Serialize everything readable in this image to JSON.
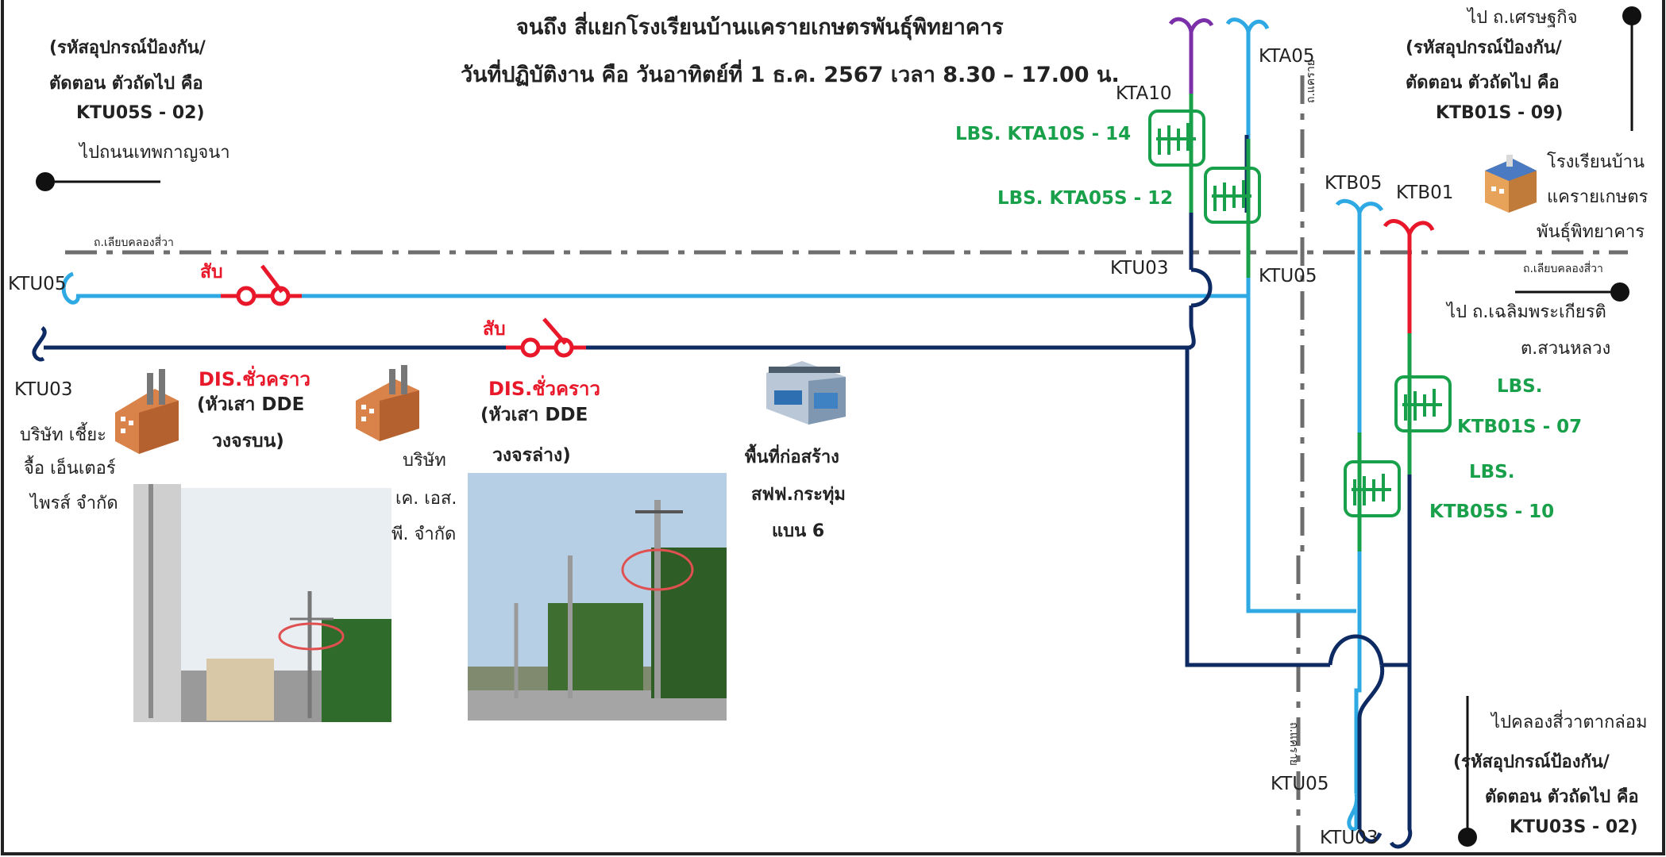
{
  "header": {
    "line1": "จนถึง สี่แยกโรงเรียนบ้านแคราย​เกษตรพันธุ์พิทยาคาร",
    "line2": "วันที่ปฏิบัติงาน คือ วันอาทิตย์ที่ 1 ธ.ค. 2567 เวลา 8.30 – 17.00 น."
  },
  "left_note": {
    "code_l1": "(รหัสอุปกรณ์ป้องกัน/",
    "code_l2": "ตัดตอน ตัวถัดไป คือ",
    "code_l3": "KTU05S - 02)",
    "direction": "ไปถนนเทพกาญจนา"
  },
  "top_right_note": {
    "direction": "ไป ถ.เศรษฐกิจ",
    "code_l1": "(รหัสอุปกรณ์ป้องกัน/",
    "code_l2": "ตัดตอน ตัวถัดไป คือ",
    "code_l3": "KTB01S - 09)"
  },
  "school": {
    "l1": "โรงเรียนบ้าน",
    "l2": "แคราย​เกษตร",
    "l3": "พันธุ์พิทยาคาร"
  },
  "roads": {
    "klong_left": "ถ.เลียบคลองสี่วา",
    "klong_right": "ถ.เลียบคลองสี่วา",
    "khaerai_top": "ถ.แคราย",
    "khaerai_bottom": "ถ.แคราย"
  },
  "right_note": {
    "l1": "ไป ถ.เฉลิมพระเกียรติ",
    "l2": "ต.สวนหลวง"
  },
  "bottom_right_note": {
    "direction": "ไปคลองสี่วาตากล่อม",
    "code_l1": "(รหัสอุปกรณ์ป้องกัน/",
    "code_l2": "ตัดตอน ตัวถัดไป คือ",
    "code_l3": "KTU03S - 02)"
  },
  "feeders": {
    "ktu05_left": "KTU05",
    "ktu03_left": "KTU03",
    "kta10": "KTA10",
    "kta05": "KTA05",
    "ktu03_mid": "KTU03",
    "ktu05_mid": "KTU05",
    "ktb05": "KTB05",
    "ktb01": "KTB01",
    "ktu05_bottom": "KTU05",
    "ktu03_bottom": "KTU03"
  },
  "switches": {
    "kta10": "LBS. KTA10S - 14",
    "kta05": "LBS. KTA05S - 12",
    "ktb01_l1": "LBS.",
    "ktb01_l2": "KTB01S - 07",
    "ktb05_l1": "LBS.",
    "ktb05_l2": "KTB05S - 10"
  },
  "dis_upper": {
    "action": "สับ",
    "title": "DIS.ชั่วคราว",
    "l2": "(หัวเสา DDE",
    "l3": "วงจรบน)"
  },
  "dis_lower": {
    "action": "สับ",
    "title": "DIS.ชั่วคราว",
    "l2": "(หัวเสา DDE",
    "l3": "วงจรล่าง)"
  },
  "company_1": {
    "l1": "บริษัท เชี้ยะ",
    "l2": "จื้อ เอ็นเตอร์",
    "l3": "ไพรส์ จำกัด"
  },
  "company_2": {
    "l1": "บริษัท",
    "l2": "เค. เอส.",
    "l3": "พี. จำกัด"
  },
  "construction": {
    "l1": "พื้นที่ก่อสร้าง",
    "l2": "สฟฟ.กระทุ่ม",
    "l3": "แบน 6"
  },
  "colors": {
    "light_blue": "#2ea9e3",
    "dark_navy": "#0e2a63",
    "purple": "#7b2fa8",
    "green": "#19a04a",
    "red": "#e8182a"
  }
}
